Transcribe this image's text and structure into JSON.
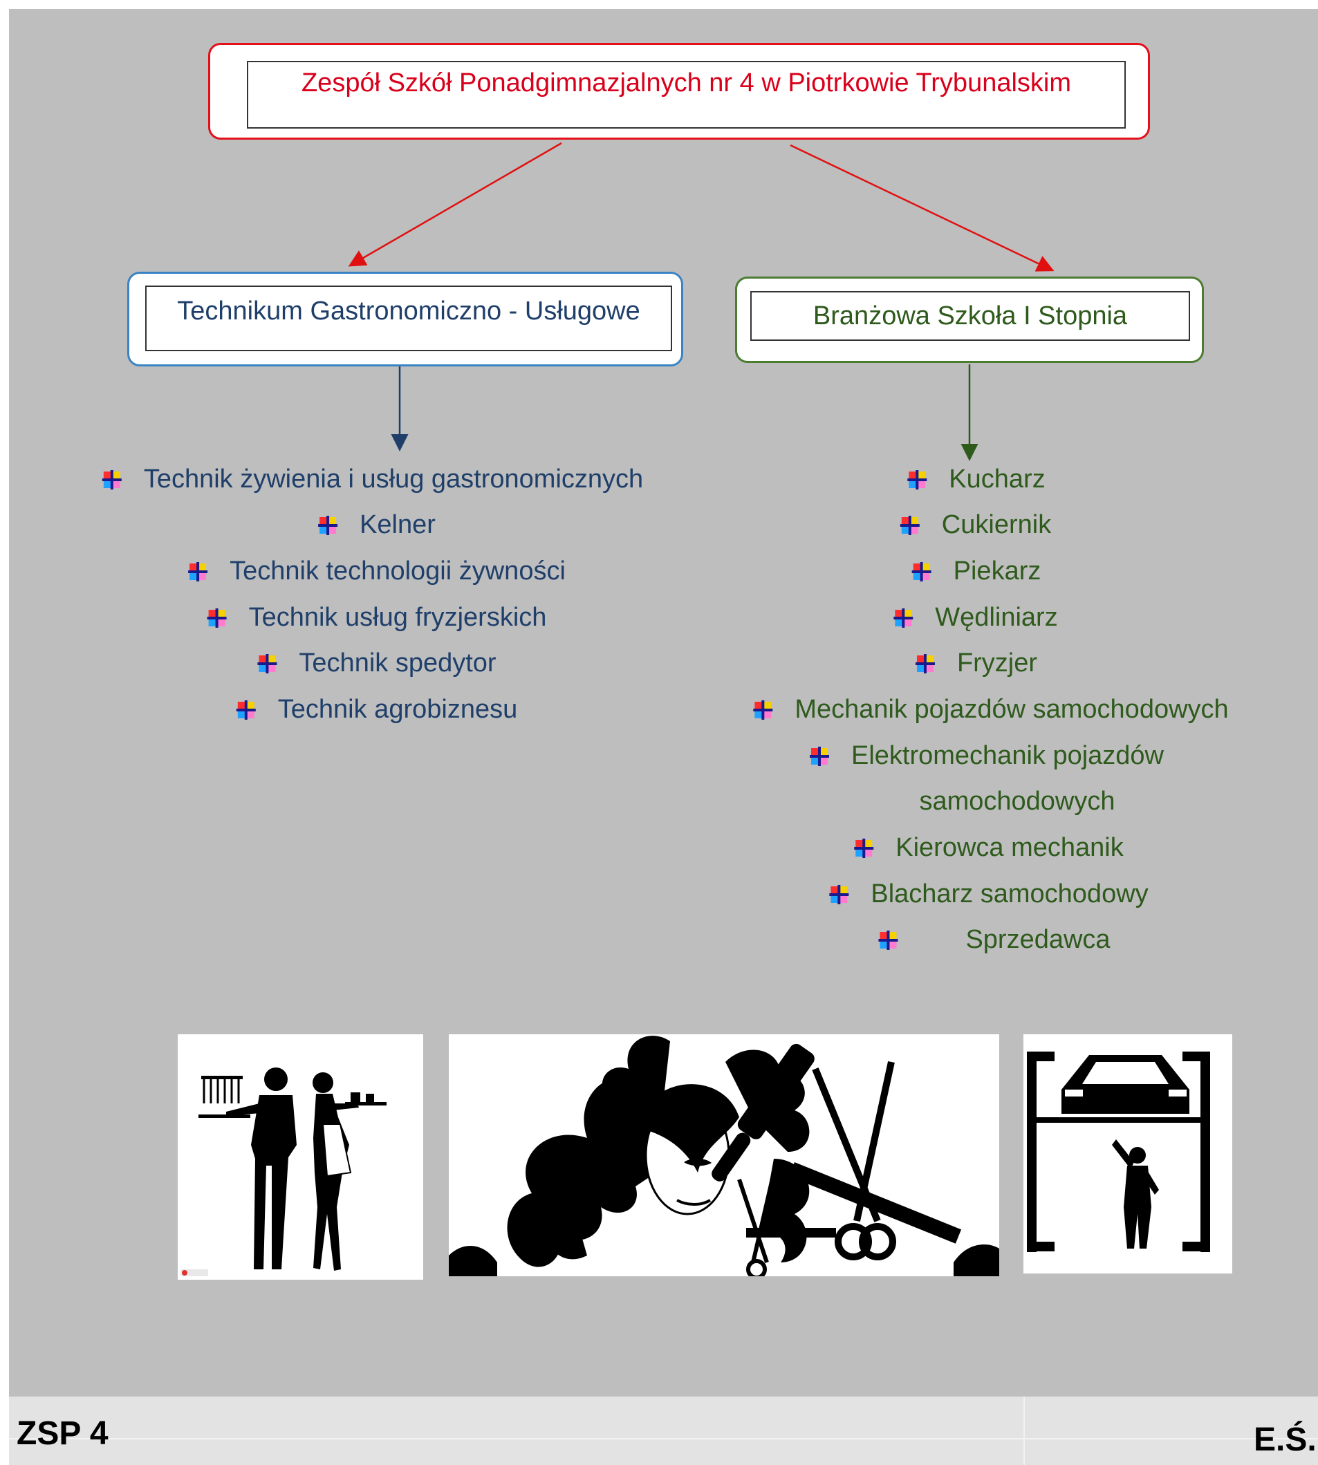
{
  "root": {
    "title": "Zespół Szkół Ponadgimnazjalnych nr 4 w Piotrkowie Trybunalskim",
    "color": "#d9001b"
  },
  "left_branch": {
    "title": "Technikum Gastronomiczno - Usługowe",
    "color": "#1f3f6a",
    "border_color": "#3a83c4",
    "items": [
      "Technik żywienia i usług gastronomicznych",
      "Kelner",
      "Technik technologii żywności",
      "Technik usług fryzjerskich",
      "Technik spedytor",
      "Technik agrobiznesu"
    ]
  },
  "right_branch": {
    "title": "Branżowa Szkoła I Stopnia",
    "color": "#2e5a1c",
    "border_color": "#4b7c31",
    "items": [
      "Kucharz",
      "Cukiernik",
      "Piekarz",
      "Wędliniarz",
      "Fryzjer",
      "Mechanik pojazdów samochodowych",
      "Elektromechanik pojazdów",
      "samochodowych",
      "Kierowca mechanik",
      "Blacharz samochodowy",
      "Sprzedawca"
    ]
  },
  "images": [
    "waiter-waitress-silhouette",
    "hairdresser-silhouette",
    "car-mechanic-lift-silhouette"
  ],
  "footer": {
    "left": "ZSP 4",
    "right": "E.Ś."
  }
}
